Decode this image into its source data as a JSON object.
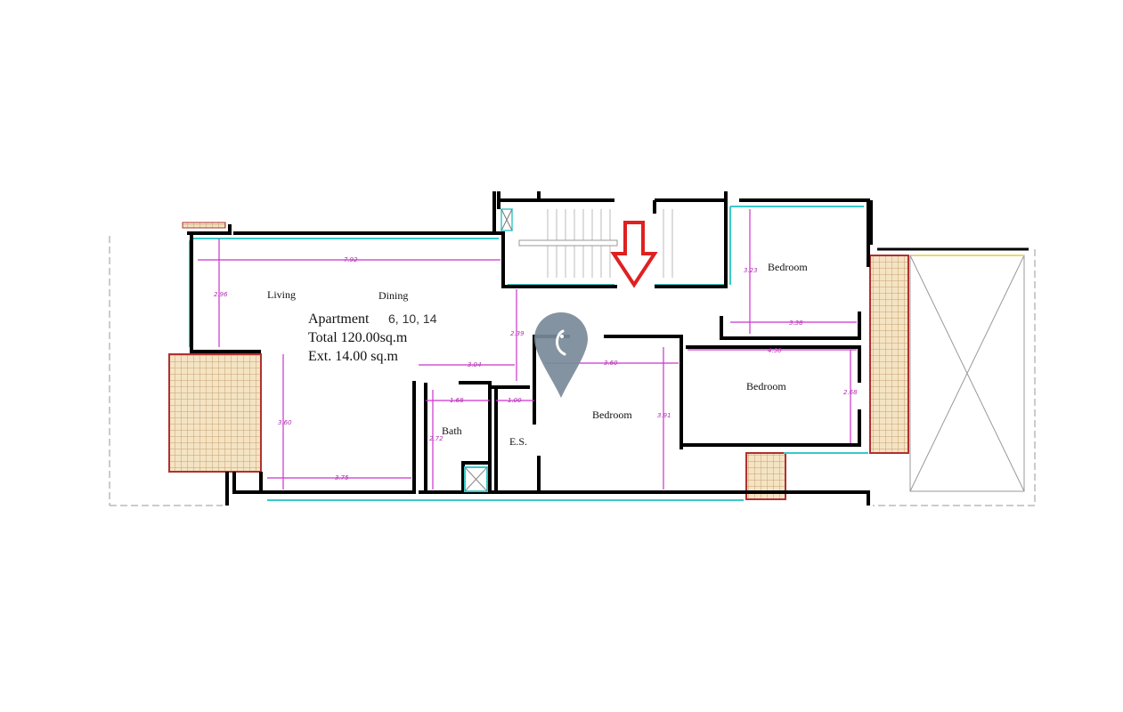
{
  "rooms": {
    "living": "Living",
    "dining": "Dining",
    "bath": "Bath",
    "es": "E.S.",
    "bedroom_1": "Bedroom",
    "bedroom_2": "Bedroom",
    "bedroom_3": "Bedroom"
  },
  "apartment_info": {
    "apartment_label": "Apartment",
    "apartment_numbers": "6, 10, 14",
    "total": "Total 120.00sq.m",
    "external": "Ext. 14.00 sq.m"
  },
  "dimensions": {
    "living_width": "7.92",
    "living_upper_height": "2.96",
    "living_lower_height": "3.60",
    "living_lower_width": "3.75",
    "corridor_height": "2.39",
    "corridor_width": "3.04",
    "bath_width": "1.68",
    "bath_height": "2.72",
    "es_width": "1.00",
    "bedroom_1_width": "3.60",
    "bedroom_1_height": "3.91",
    "bedroom_3_height": "3.23",
    "bedroom_3_width": "3.38",
    "bedroom_2_width": "4.50",
    "bedroom_2_height": "2.68"
  },
  "colors": {
    "walls": "#000000",
    "dimension_lines": "#cc33cc",
    "glazing": "#3cc8c8",
    "terrace_tiles": "#c8a070",
    "terrace_border": "#b03030",
    "entrance_arrow": "#e02020",
    "location_pin": "#7a8a99"
  },
  "icons": {
    "entrance_arrow": "arrow-down-icon",
    "location_pin": "map-pin-icon"
  }
}
